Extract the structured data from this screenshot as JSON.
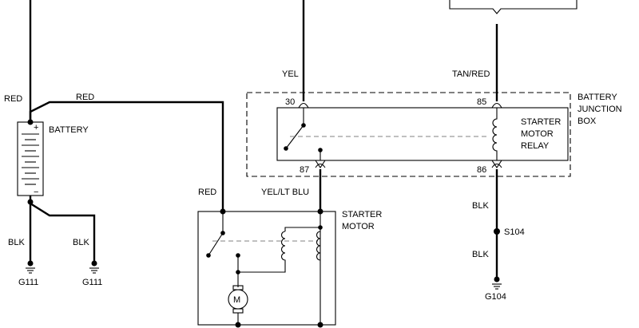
{
  "wires": {
    "battery_positive": "RED",
    "battery_to_starter": "RED",
    "starter_feed": "RED",
    "relay_pin30": "YEL",
    "relay_pin85": "TAN/RED",
    "relay_pin87": "YEL/LT BLU",
    "relay_pin86": "BLK",
    "splice_to_ground": "BLK",
    "ground_left_1": "BLK",
    "ground_left_2": "BLK"
  },
  "pins": {
    "p30": "30",
    "p85": "85",
    "p87": "87",
    "p86": "86"
  },
  "components": {
    "battery": "BATTERY",
    "relay": [
      "STARTER",
      "MOTOR",
      "RELAY"
    ],
    "junction_box": [
      "BATTERY",
      "JUNCTION",
      "BOX"
    ],
    "starter_motor": [
      "STARTER",
      "MOTOR"
    ],
    "motor_symbol": "M",
    "battery_plus": "+",
    "battery_minus": "−"
  },
  "splice": "S104",
  "grounds": {
    "g1": "G111",
    "g2": "G111",
    "g3": "G104"
  }
}
